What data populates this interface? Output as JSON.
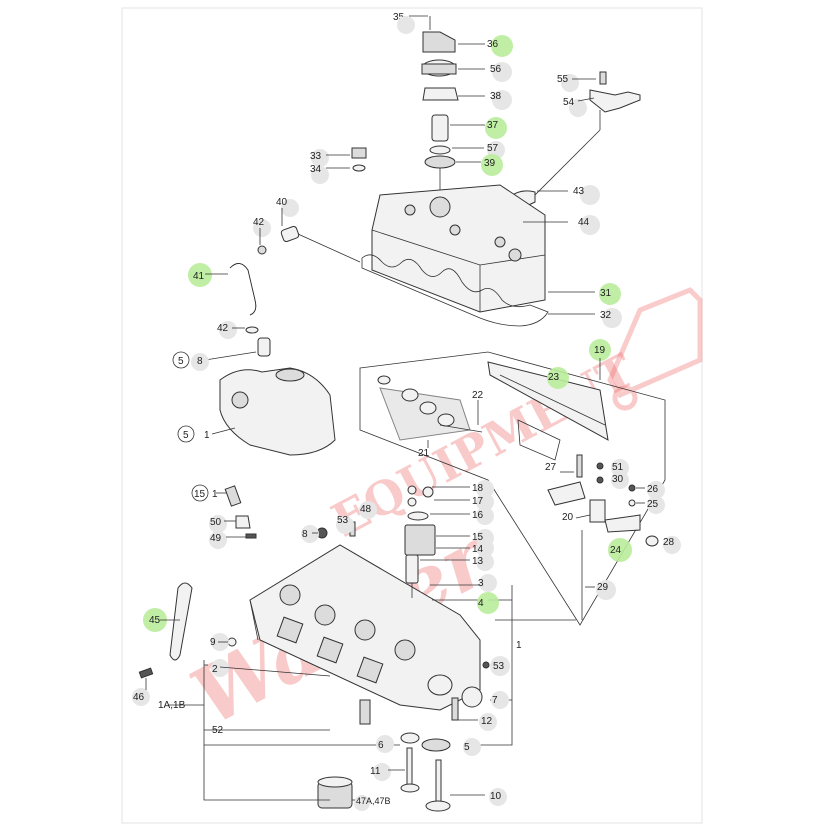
{
  "watermark": {
    "script": "Warner",
    "block": "EQUIPMENT"
  },
  "callouts": {
    "c35": "35",
    "c36": "36",
    "c56": "56",
    "c38": "38",
    "c37": "37",
    "c57": "57",
    "c39": "39",
    "c55": "55",
    "c54": "54",
    "c33": "33",
    "c34": "34",
    "c43": "43",
    "c44": "44",
    "c40": "40",
    "c42a": "42",
    "c41": "41",
    "c31": "31",
    "c32": "32",
    "c42b": "42",
    "c5a": "5",
    "c8": "8",
    "c5b": "5",
    "c1a": "1",
    "c19": "19",
    "c23": "23",
    "c22": "22",
    "c21": "21",
    "c27": "27",
    "c51": "51",
    "c30": "30",
    "c26": "26",
    "c25": "25",
    "c20": "20",
    "c24": "24",
    "c28": "28",
    "c29": "29",
    "c15a": "15",
    "c1b": "1",
    "c50": "50",
    "c49": "49",
    "c53a": "53",
    "c48": "48",
    "c8b": "8",
    "c18": "18",
    "c17": "17",
    "c16": "16",
    "c15b": "15",
    "c14": "14",
    "c13": "13",
    "c3": "3",
    "c4": "4",
    "c45": "45",
    "c9": "9",
    "c2": "2",
    "c53b": "53",
    "c7": "7",
    "c46": "46",
    "c1a1b": "1A,1B",
    "c12": "12",
    "c52": "52",
    "c6": "6",
    "c5c": "5",
    "c11": "11",
    "c47": "47A,47B",
    "c10": "10",
    "c1c": "1"
  },
  "highlight_color": "#b9ec9b"
}
